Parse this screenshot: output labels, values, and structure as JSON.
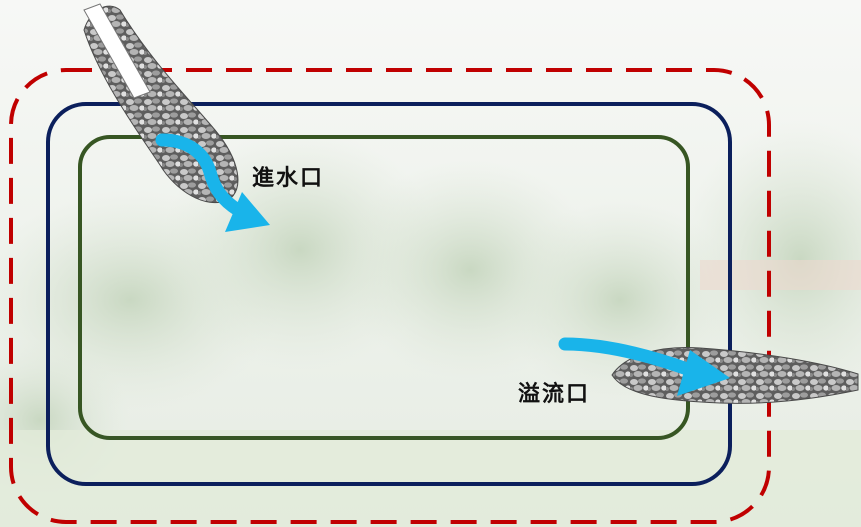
{
  "labels": {
    "inlet": "進水口",
    "outlet": "溢流口"
  },
  "colors": {
    "outer_boundary": "#c00000",
    "middle_boundary": "#0b1f5c",
    "inner_boundary": "#375623",
    "flow_arrow": "#19b4ea",
    "stone": "#8a8a8a"
  },
  "icons": {
    "inlet_channel": "gravel-channel",
    "outlet_channel": "gravel-channel",
    "flow": "flow-arrow"
  }
}
